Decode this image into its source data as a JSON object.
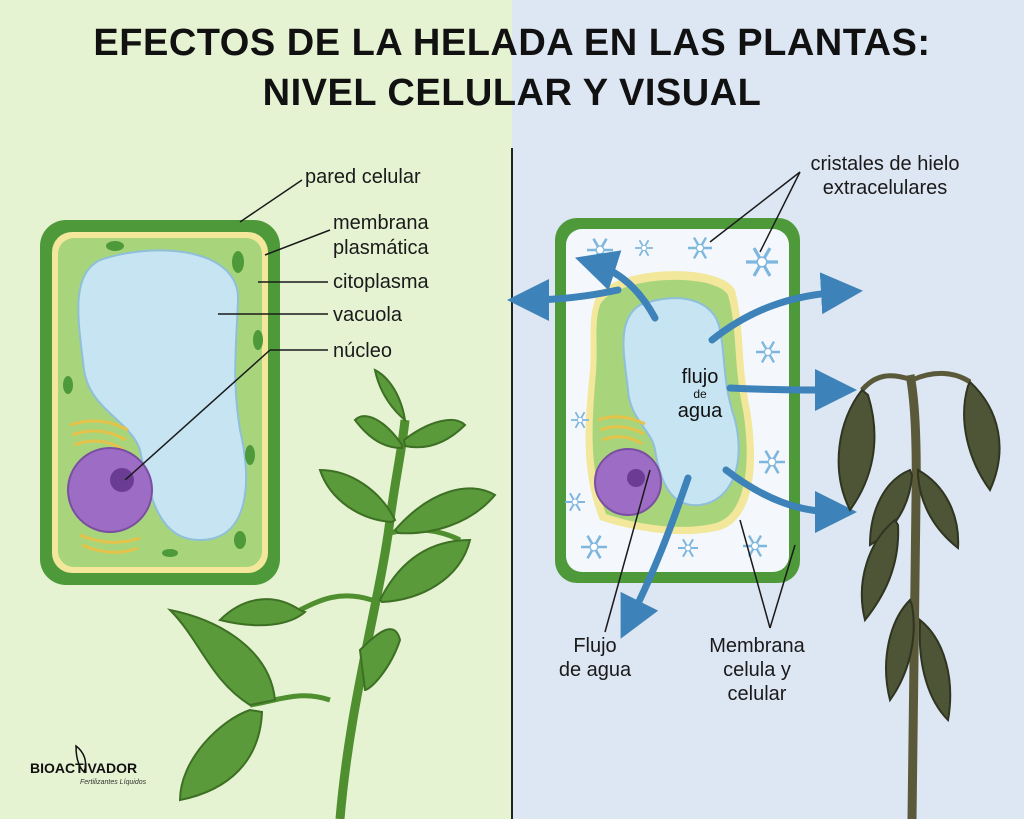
{
  "title": {
    "line1": "EFECTOS DE LA HELADA EN LAS PLANTAS:",
    "line2": "NIVEL CELULAR Y VISUAL"
  },
  "left_labels": {
    "pared": "pared celular",
    "membrana1": "membrana",
    "membrana2": "plasmática",
    "citoplasma": "citoplasma",
    "vacuola": "vacuola",
    "nucleo": "núcleo"
  },
  "right_labels": {
    "cristales1": "cristales de hielo",
    "cristales2": "extracelulares",
    "flujo_inner1": "flujo",
    "flujo_inner2": "de",
    "flujo_inner3": "agua",
    "flujo_bottom1": "Flujo",
    "flujo_bottom2": "de agua",
    "membrana1": "Membrana",
    "membrana2": "celula y",
    "membrana3": "celular"
  },
  "logo": {
    "name": "BIOACTIVADOR",
    "tagline": "Fertilizantes Líquidos"
  },
  "colors": {
    "healthy_leaf": "#5a9a3a",
    "frozen_leaf": "#4d5536",
    "vacuole": "#c7e4f2",
    "nucleus": "#9d6cc4",
    "arrow": "#3d82b8"
  }
}
